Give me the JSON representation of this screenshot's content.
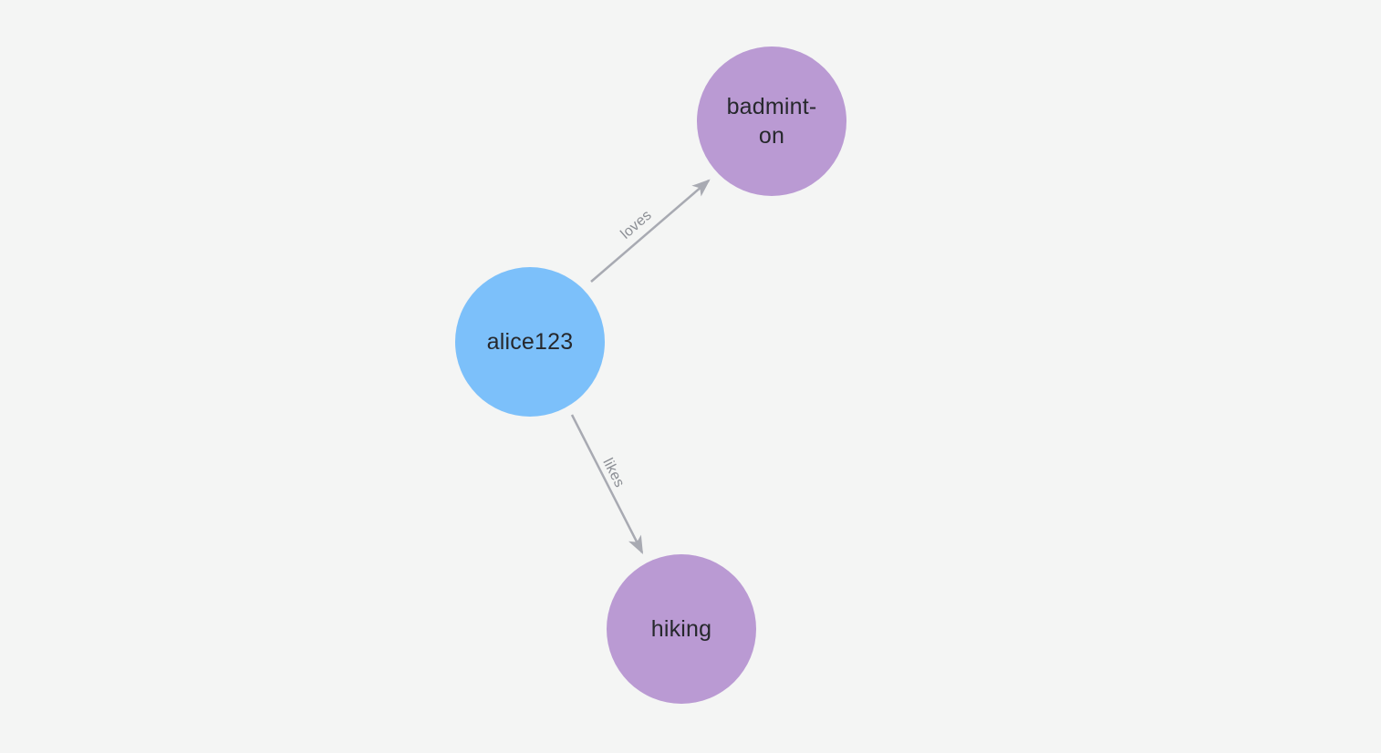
{
  "colors": {
    "background": "#f4f5f4",
    "person_node": "#7cc0fa",
    "hobby_node": "#ba9ad3",
    "edge": "#a8aab2",
    "edge_label": "#8b8e94",
    "node_label": "#26282c"
  },
  "graph": {
    "nodes": [
      {
        "id": "alice123",
        "label": "alice123",
        "color": "#7cc0fa"
      },
      {
        "id": "badminton",
        "label": "badmint-\non",
        "color": "#ba9ad3"
      },
      {
        "id": "hiking",
        "label": "hiking",
        "color": "#ba9ad3"
      }
    ],
    "edges": [
      {
        "from": "alice123",
        "to": "badminton",
        "label": "loves"
      },
      {
        "from": "alice123",
        "to": "hiking",
        "label": "likes"
      }
    ]
  }
}
